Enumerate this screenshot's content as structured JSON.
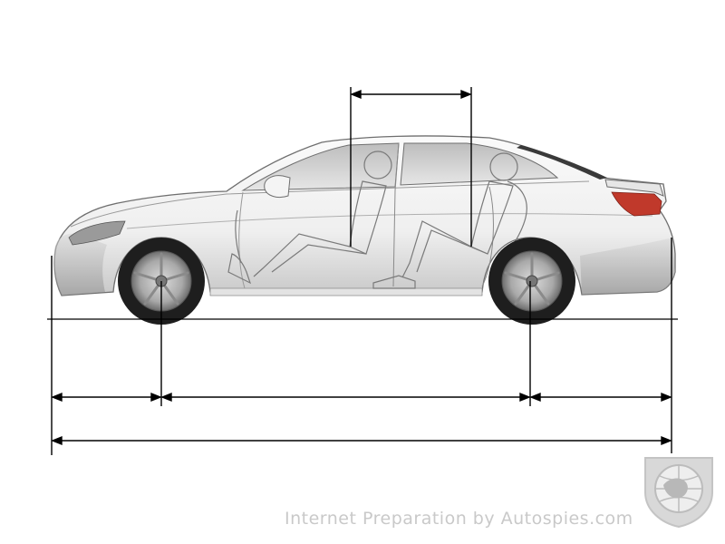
{
  "image": {
    "subject": "Lexus sedan side profile dimension diagram",
    "colors": {
      "body": "#f2f2f2",
      "outline": "#6f6f6f",
      "dimension_line": "#000000",
      "taillight": "#c0392b"
    }
  },
  "watermark": {
    "text": "Internet Preparation by Autospies.com",
    "logo_icon": "autospies-globe-shield-logo"
  }
}
